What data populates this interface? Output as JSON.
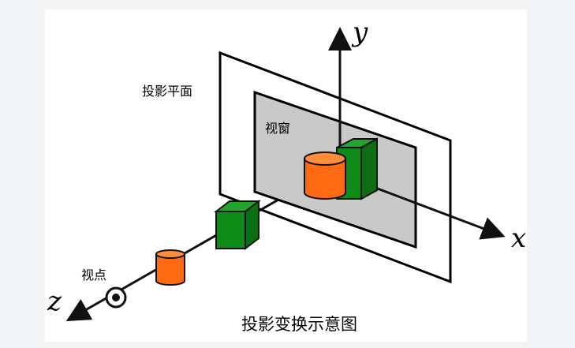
{
  "diagram": {
    "caption": "投影变换示意图",
    "labels": {
      "projection_plane": "投影平面",
      "window": "视窗",
      "viewpoint": "视点"
    },
    "axes": {
      "x": "x",
      "y": "y",
      "z": "z"
    },
    "colors": {
      "plane_stroke": "#000000",
      "window_fill": "#c9c9c9",
      "green_front": "#0e8a16",
      "green_top": "#23a52b",
      "green_side": "#0b6e12",
      "orange_body": "#ff6a12",
      "orange_top": "#ff8d3a",
      "outline": "#111111",
      "axis": "#111111"
    }
  }
}
